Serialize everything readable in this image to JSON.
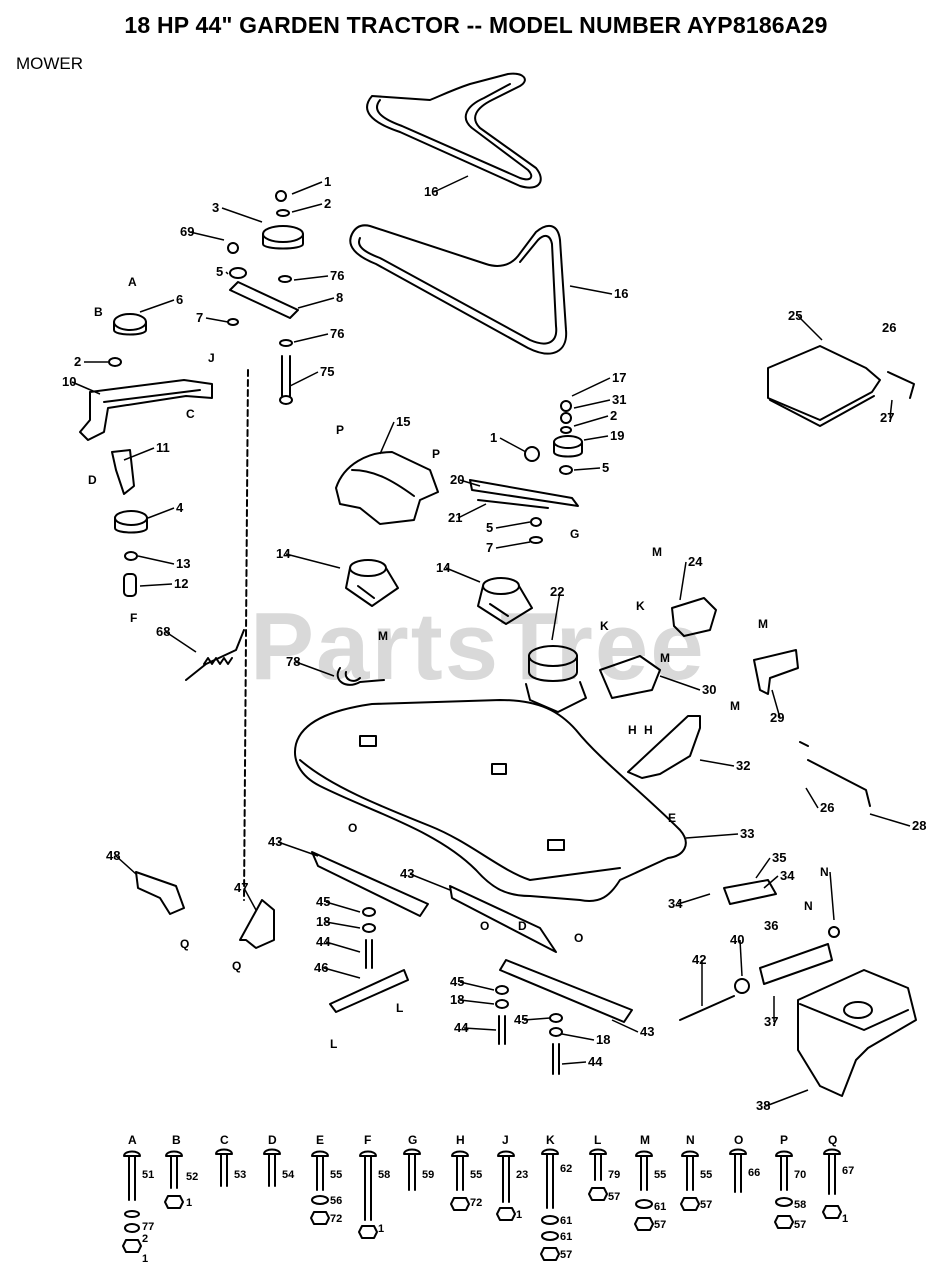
{
  "header": {
    "title": "18 HP 44\" GARDEN TRACTOR -- MODEL NUMBER AYP8186A29",
    "section": "MOWER"
  },
  "watermark": "PartsTree",
  "callouts": [
    "1",
    "2",
    "3",
    "69",
    "5",
    "76",
    "8",
    "7",
    "76",
    "75",
    "A",
    "6",
    "B",
    "2",
    "J",
    "10",
    "C",
    "D",
    "11",
    "4",
    "13",
    "12",
    "F",
    "15",
    "P",
    "P",
    "16",
    "16",
    "17",
    "31",
    "2",
    "1",
    "19",
    "5",
    "20",
    "21",
    "G",
    "5",
    "7",
    "14",
    "14",
    "22",
    "M",
    "24",
    "K",
    "K",
    "M",
    "30",
    "M",
    "29",
    "M",
    "78",
    "M",
    "68",
    "25",
    "26",
    "27",
    "H",
    "H",
    "32",
    "E",
    "26",
    "28",
    "33",
    "O",
    "48",
    "Q",
    "47",
    "Q",
    "43",
    "45",
    "18",
    "44",
    "46",
    "L",
    "L",
    "43",
    "D",
    "O",
    "O",
    "45",
    "18",
    "44",
    "45",
    "18",
    "44",
    "43",
    "35",
    "34",
    "34",
    "36",
    "N",
    "N",
    "40",
    "42",
    "37",
    "38"
  ],
  "hardware": [
    {
      "letter": "A",
      "parts": [
        "51",
        "77",
        "2",
        "1"
      ]
    },
    {
      "letter": "B",
      "parts": [
        "52",
        "1"
      ]
    },
    {
      "letter": "C",
      "parts": [
        "53"
      ]
    },
    {
      "letter": "D",
      "parts": [
        "54"
      ]
    },
    {
      "letter": "E",
      "parts": [
        "55",
        "56",
        "72"
      ]
    },
    {
      "letter": "F",
      "parts": [
        "58",
        "1"
      ]
    },
    {
      "letter": "G",
      "parts": [
        "59"
      ]
    },
    {
      "letter": "H",
      "parts": [
        "55",
        "72"
      ]
    },
    {
      "letter": "J",
      "parts": [
        "23",
        "1"
      ]
    },
    {
      "letter": "K",
      "parts": [
        "62",
        "61",
        "61",
        "57"
      ]
    },
    {
      "letter": "L",
      "parts": [
        "79",
        "57"
      ]
    },
    {
      "letter": "M",
      "parts": [
        "55",
        "61",
        "57"
      ]
    },
    {
      "letter": "N",
      "parts": [
        "55",
        "57"
      ]
    },
    {
      "letter": "O",
      "parts": [
        "66"
      ]
    },
    {
      "letter": "P",
      "parts": [
        "70",
        "58",
        "57"
      ]
    },
    {
      "letter": "Q",
      "parts": [
        "67",
        "1"
      ]
    }
  ]
}
